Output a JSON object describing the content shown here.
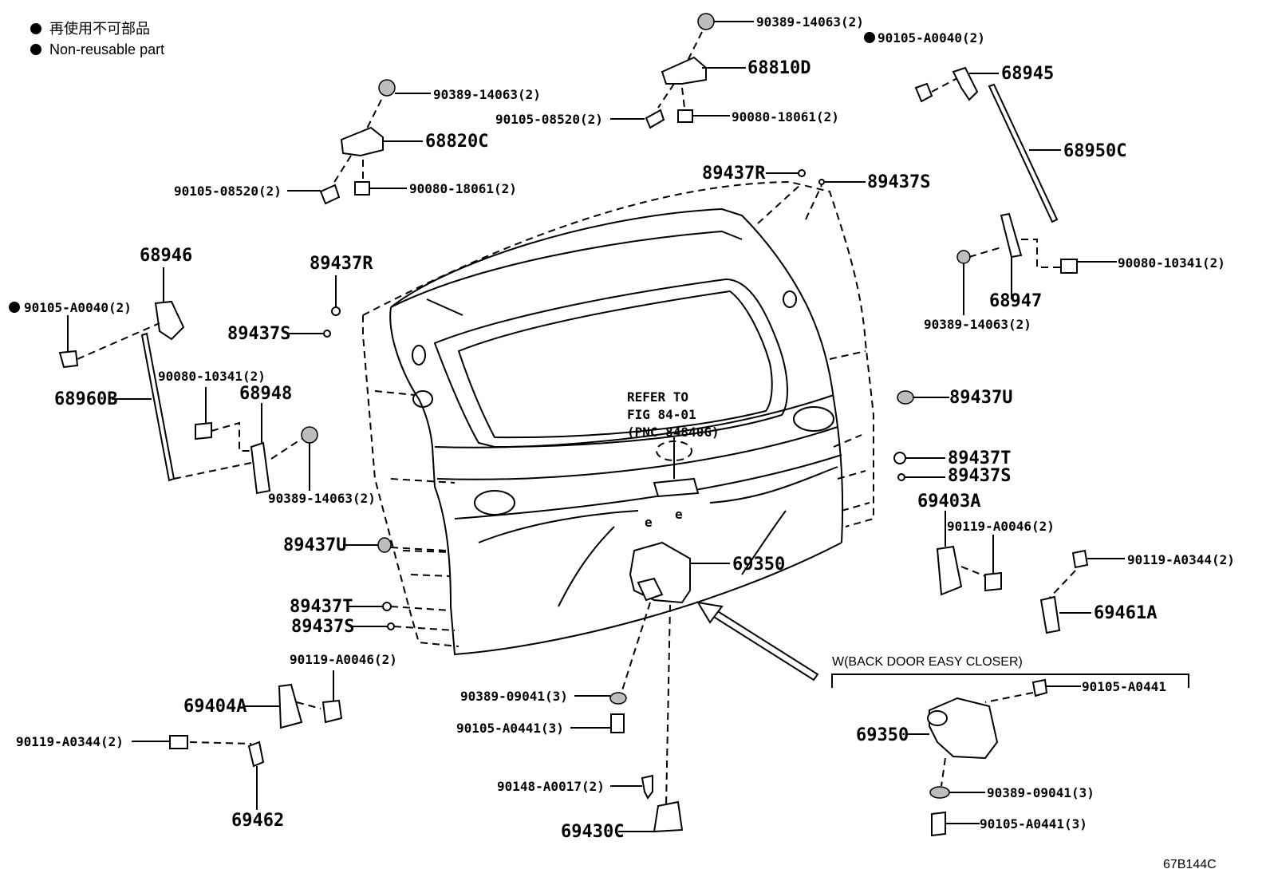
{
  "legend": {
    "jp": "再使用不可部品",
    "en": "Non-reusable part"
  },
  "diagram_code": "67B144C",
  "refer": {
    "line1": "REFER TO",
    "line2": "FIG 84-01",
    "line3": "(PNC 84840G)"
  },
  "easy_closer_title": "W(BACK DOOR EASY CLOSER)",
  "labels": {
    "p90389_14063_2_top": "90389-14063(2)",
    "p90105_A0040_2_top": "90105-A0040(2)",
    "p68810D": "68810D",
    "p68945": "68945",
    "p90389_14063_2_mid": "90389-14063(2)",
    "p90105_08520_2_a": "90105-08520(2)",
    "p90080_18061_2_a": "90080-18061(2)",
    "p68820C": "68820C",
    "p68950C": "68950C",
    "p89437R_top": "89437R",
    "p89437S_top": "89437S",
    "p90105_08520_2_b": "90105-08520(2)",
    "p90080_18061_2_b": "90080-18061(2)",
    "p90080_10341_2_right": "90080-10341(2)",
    "p68947": "68947",
    "p90389_14063_2_right": "90389-14063(2)",
    "p68946": "68946",
    "p89437R_left": "89437R",
    "p90105_A0040_2_left": "90105-A0040(2)",
    "p89437S_left": "89437S",
    "p90080_10341_2_left": "90080-10341(2)",
    "p68948": "68948",
    "p68960B": "68960B",
    "p90389_14063_2_left": "90389-14063(2)",
    "p89437U_right": "89437U",
    "p89437T_right": "89437T",
    "p89437S_right": "89437S",
    "p69403A": "69403A",
    "p90119_A0046_2_right": "90119-A0046(2)",
    "p90119_A0344_2_right": "90119-A0344(2)",
    "p69461A": "69461A",
    "p89437U_left": "89437U",
    "p69350_main": "69350",
    "p89437T_left": "89437T",
    "p89437S_left2": "89437S",
    "p90119_A0046_2_left": "90119-A0046(2)",
    "p69404A": "69404A",
    "p90119_A0344_2_left": "90119-A0344(2)",
    "p69462": "69462",
    "p90389_09041_3_main": "90389-09041(3)",
    "p90105_A0441_3_main": "90105-A0441(3)",
    "p90148_A0017_2": "90148-A0017(2)",
    "p69430C": "69430C",
    "p90105_A0441_closer": "90105-A0441",
    "p69350_closer": "69350",
    "p90389_09041_3_closer": "90389-09041(3)",
    "p90105_A0441_3_closer": "90105-A0441(3)"
  }
}
